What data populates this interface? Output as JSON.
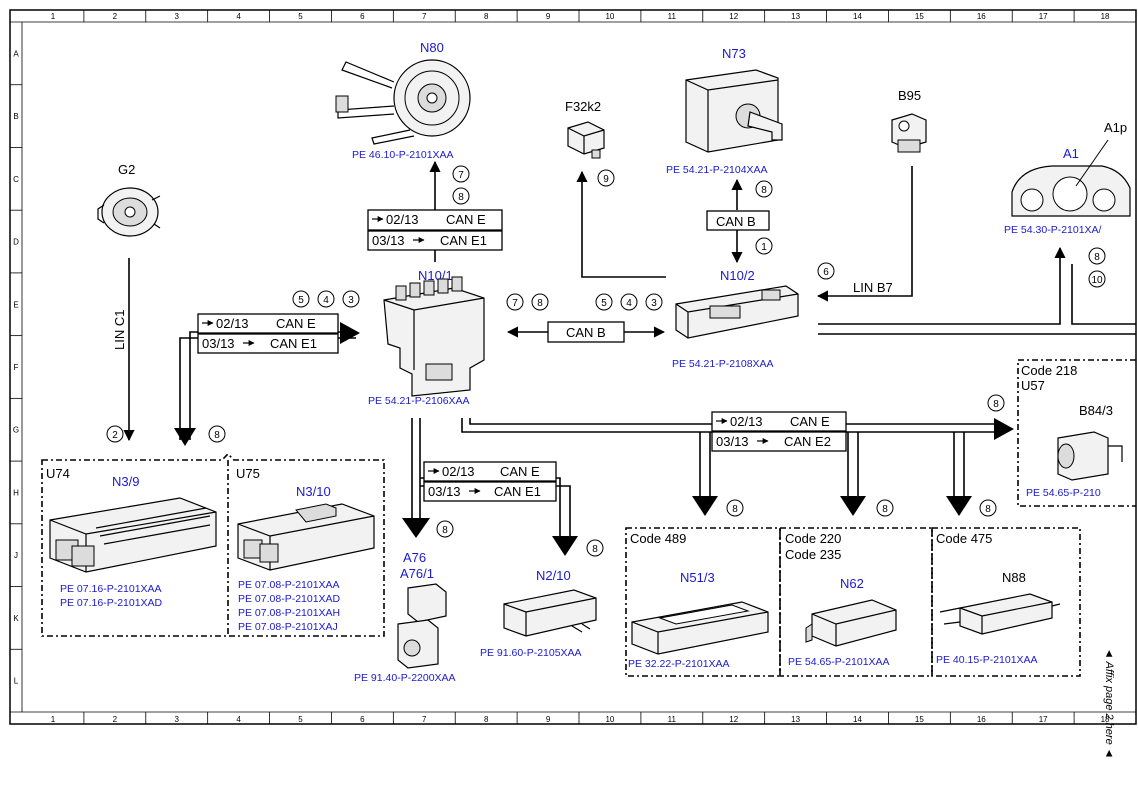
{
  "grid": {
    "columns": [
      "1",
      "2",
      "3",
      "4",
      "5",
      "6",
      "7",
      "8",
      "9",
      "10",
      "11",
      "12",
      "13",
      "14",
      "15",
      "16",
      "17",
      "18"
    ],
    "rows": [
      "A",
      "B",
      "C",
      "D",
      "E",
      "F",
      "G",
      "H",
      "J",
      "K",
      "L"
    ]
  },
  "components": {
    "G2": "G2",
    "N80": "N80",
    "F32k2": "F32k2",
    "N73": "N73",
    "B95": "B95",
    "A1p": "A1p",
    "A1": "A1",
    "N10_1": "N10/1",
    "N10_2": "N10/2",
    "N3_9": "N3/9",
    "N3_10": "N3/10",
    "A76": "A76",
    "A76_1": "A76/1",
    "N2_10": "N2/10",
    "N51_3": "N51/3",
    "N62": "N62",
    "N88": "N88",
    "B84_3": "B84/3"
  },
  "groups": {
    "U74": "U74",
    "U75": "U75",
    "code489": "Code 489",
    "code220": "Code 220",
    "code235": "Code 235",
    "code475": "Code 475",
    "code218": "Code 218",
    "U57": "U57"
  },
  "refs": {
    "n80": "PE 46.10-P-2101XAA",
    "n73": "PE 54.21-P-2104XAA",
    "a1": "PE 54.30-P-2101XA/",
    "n10_1": "PE 54.21-P-2106XAA",
    "n10_2": "PE 54.21-P-2108XAA",
    "n3_9a": "PE 07.16-P-2101XAA",
    "n3_9b": "PE 07.16-P-2101XAD",
    "n3_10a": "PE 07.08-P-2101XAA",
    "n3_10b": "PE 07.08-P-2101XAD",
    "n3_10c": "PE 07.08-P-2101XAH",
    "n3_10d": "PE 07.08-P-2101XAJ",
    "a76": "PE 91.40-P-2200XAA",
    "n2_10": "PE 91.60-P-2105XAA",
    "n51_3": "PE 32.22-P-2101XAA",
    "n62": "PE 54.65-P-2101XAA",
    "n88": "PE 40.15-P-2101XAA",
    "b84_3": "PE 54.65-P-210"
  },
  "buses": {
    "lin_c1": "LIN C1",
    "lin_b7": "LIN B7",
    "can_b": "CAN B",
    "can_e": "CAN E",
    "can_e1": "CAN E1",
    "can_e2": "CAN E2",
    "date_0213": "02/13",
    "date_0313": "03/13"
  },
  "callouts": {
    "c1": "1",
    "c2": "2",
    "c3": "3",
    "c4": "4",
    "c5": "5",
    "c6": "6",
    "c7": "7",
    "c8": "8",
    "c9": "9",
    "c10": "10"
  },
  "affix_note": "◄ Affix page 2 here ◄"
}
